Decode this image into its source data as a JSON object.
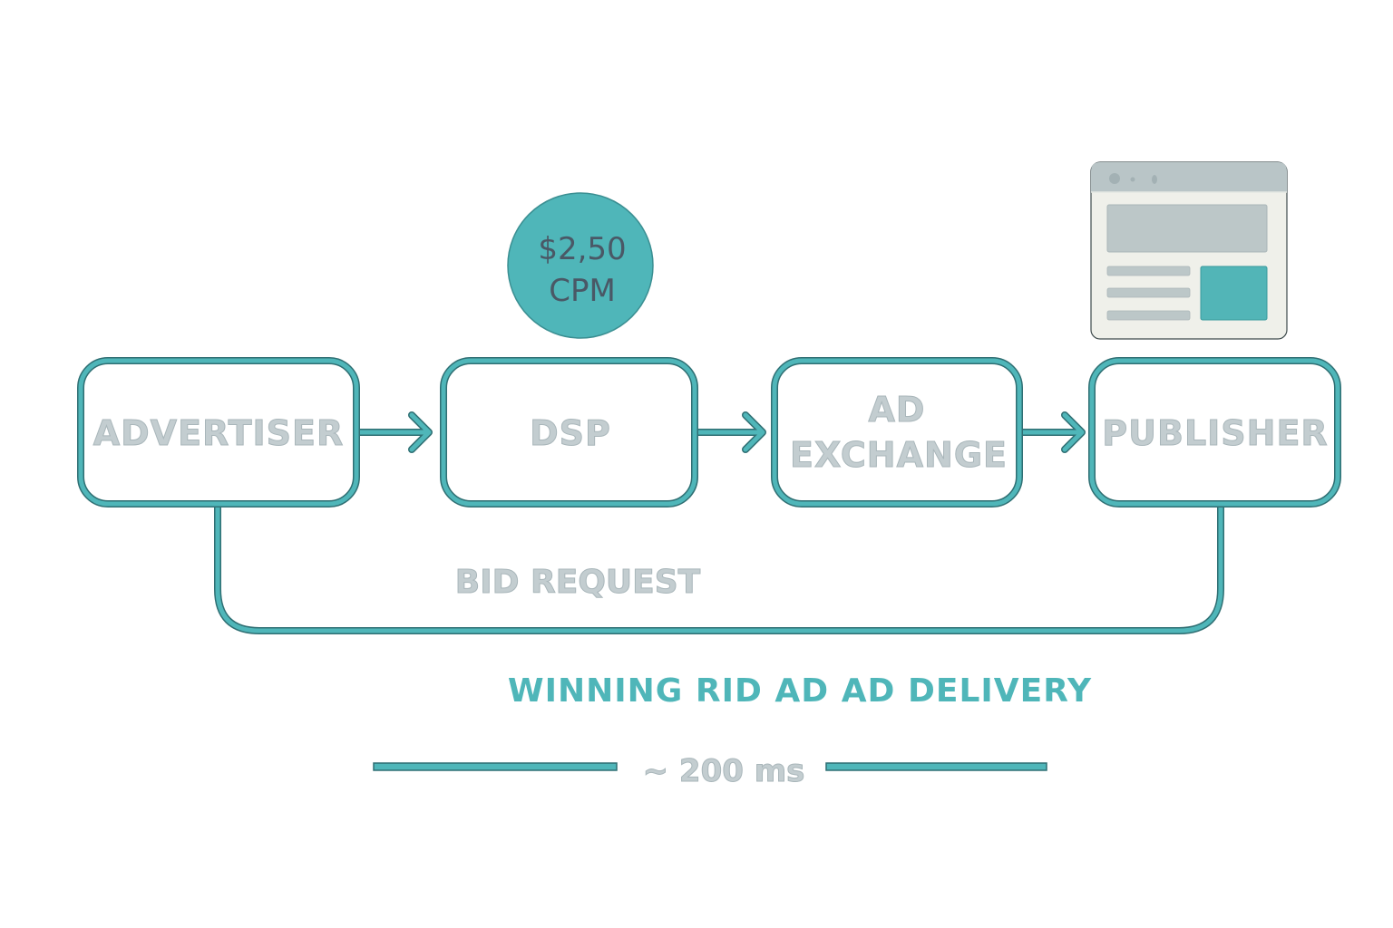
{
  "colors": {
    "accent": "#4fb6b9",
    "outline": "#2f6f73",
    "label_gray": "#c3cdd0",
    "price_text": "#4a5866",
    "browser_bg": "#eff0ea",
    "browser_bar": "#b9c5c7"
  },
  "nodes": [
    {
      "id": "advertiser",
      "lines": [
        "ADVERTISER"
      ]
    },
    {
      "id": "dsp",
      "lines": [
        "DSP"
      ]
    },
    {
      "id": "ad-exchange",
      "lines": [
        "AD",
        "EXCHANGE"
      ]
    },
    {
      "id": "publisher",
      "lines": [
        "PUBLISHER"
      ]
    }
  ],
  "price_badge": {
    "line1": "$2,50",
    "line2": "CPM"
  },
  "publisher_icon": "browser-window-icon",
  "loop_label": "BID REQUEST",
  "caption": "WINNING RID AD AD DELIVERY",
  "latency": {
    "label": "~ 200 ms"
  }
}
